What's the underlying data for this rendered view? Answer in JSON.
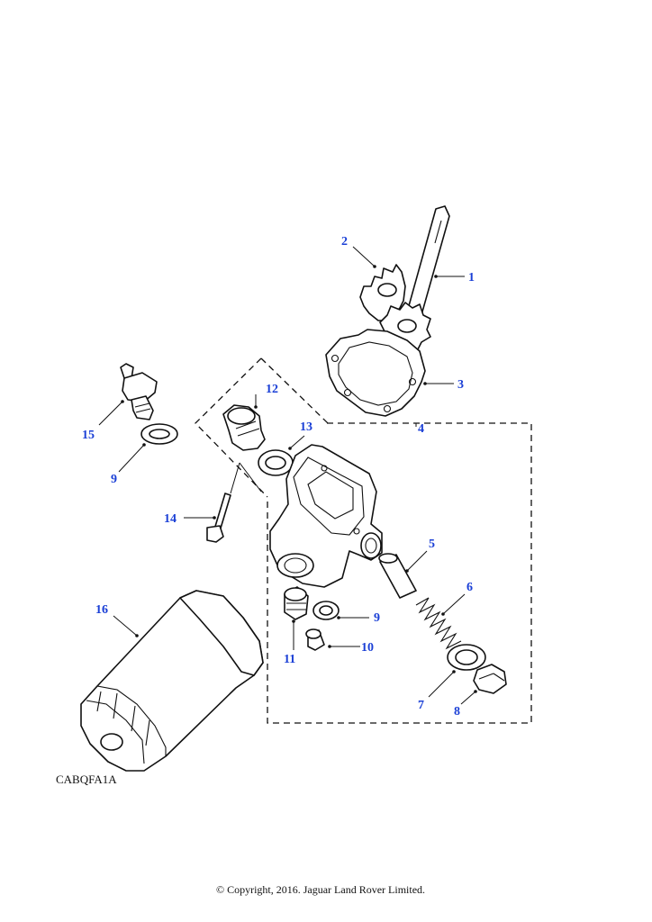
{
  "diagram": {
    "reference_code": "CABQFA1A",
    "copyright": "© Copyright, 2016. Jaguar Land Rover Limited.",
    "callouts": [
      "1",
      "2",
      "3",
      "4",
      "5",
      "6",
      "7",
      "8",
      "9",
      "10",
      "11",
      "12",
      "13",
      "14",
      "15",
      "16"
    ],
    "callout_color": "#1a3fd6"
  }
}
